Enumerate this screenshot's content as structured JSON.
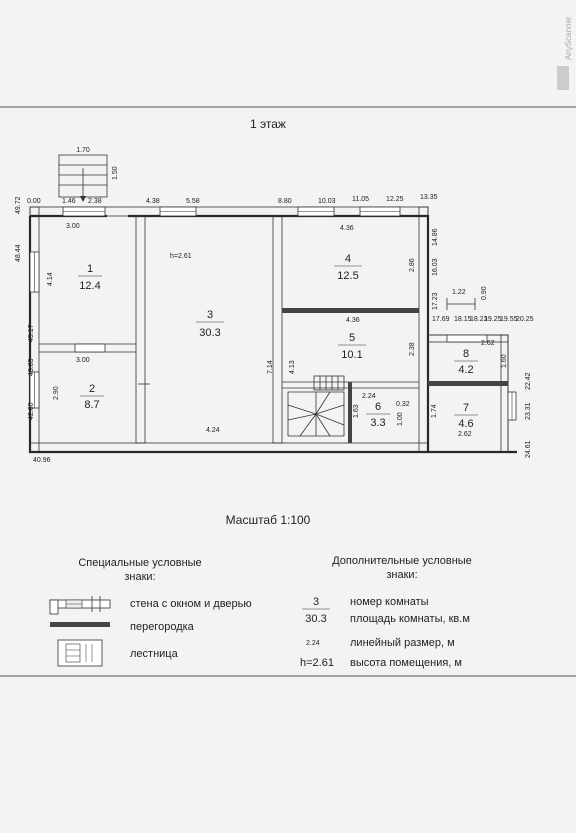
{
  "floor_title": "1 этаж",
  "scale": "Масштаб 1:100",
  "watermark": "AnyScanner",
  "ceiling_height": "h=2.61",
  "rooms": [
    {
      "num": "1",
      "area": "12.4"
    },
    {
      "num": "2",
      "area": "8.7"
    },
    {
      "num": "3",
      "area": "30.3"
    },
    {
      "num": "4",
      "area": "12.5"
    },
    {
      "num": "5",
      "area": "10.1"
    },
    {
      "num": "6",
      "area": "3.3"
    },
    {
      "num": "7",
      "area": "4.6"
    },
    {
      "num": "8",
      "area": "4.2"
    }
  ],
  "dims": {
    "d_1_70": "1.70",
    "d_1_50": "1.50",
    "d_49_72": "49.72",
    "d_0_00": "0.00",
    "d_1_46": "1.46",
    "d_2_38_top": "2.38",
    "d_4_38": "4.38",
    "d_5_58": "5.58",
    "d_8_80": "8.80",
    "d_10_03": "10.03",
    "d_11_05": "11.05",
    "d_12_25": "12.25",
    "d_13_35": "13.35",
    "d_3_00_a": "3.00",
    "d_4_36_a": "4.36",
    "d_14_86": "14.86",
    "d_48_44": "48.44",
    "d_4_14": "4.14",
    "d_2_86": "2.86",
    "d_16_03": "16.03",
    "d_1_22": "1.22",
    "d_17_23": "17.23",
    "d_0_90": "0.90",
    "d_17_69": "17.69",
    "d_18_15": "18.15",
    "d_18_23": "18.23",
    "d_19_25": "19.25",
    "d_19_55": "19.55",
    "d_20_25": "20.25",
    "d_45_17": "45.17",
    "d_4_36_b": "4.36",
    "d_2_38_r": "2.38",
    "d_2_62_a": "2.62",
    "d_43_85": "43.85",
    "d_3_00_b": "3.00",
    "d_7_14": "7.14",
    "d_4_13": "4.13",
    "d_1_60": "1.60",
    "d_22_42": "22.42",
    "d_2_24": "2.24",
    "d_0_32": "0.32",
    "d_2_90": "2.90",
    "d_1_63": "1.63",
    "d_1_00": "1.00",
    "d_1_74": "1.74",
    "d_23_31": "23.31",
    "d_42_60": "42.60",
    "d_4_24": "4.24",
    "d_2_62_b": "2.62",
    "d_40_96": "40.96",
    "d_24_61": "24.61"
  },
  "legend": {
    "special_heading_1": "Специальные условные",
    "special_heading_2": "знаки:",
    "additional_heading_1": "Дополнительные условные",
    "additional_heading_2": "знаки:",
    "wall_label": "стена с окном и дверью",
    "partition_label": "перегородка",
    "stairs_label": "лестница",
    "ex_room_num": "3",
    "ex_room_area": "30.3",
    "room_num_label": "номер комнаты",
    "room_area_label": "площадь комнаты, кв.м",
    "ex_linear": "2.24",
    "linear_label": "линейный размер, м",
    "ex_height": "h=2.61",
    "height_label": "высота помещения, м"
  }
}
